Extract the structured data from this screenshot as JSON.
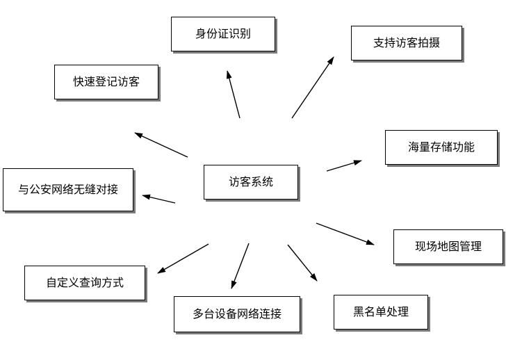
{
  "colors": {
    "line": "#000000",
    "shadow": "#7a7a7a",
    "background": "#ffffff"
  },
  "diagram": {
    "center": "访客系统",
    "nodes": [
      {
        "id": "id-card",
        "label": "身份证识别"
      },
      {
        "id": "photo",
        "label": "支持访客拍摄"
      },
      {
        "id": "quick-register",
        "label": "快速登记访客"
      },
      {
        "id": "storage",
        "label": "海量存储功能"
      },
      {
        "id": "police-link",
        "label": "与公安网络无缝对接"
      },
      {
        "id": "site-map",
        "label": "现场地图管理"
      },
      {
        "id": "custom-query",
        "label": "自定义查询方式"
      },
      {
        "id": "multi-device",
        "label": "多台设备网络连接"
      },
      {
        "id": "blacklist",
        "label": "黑名单处理"
      }
    ]
  }
}
